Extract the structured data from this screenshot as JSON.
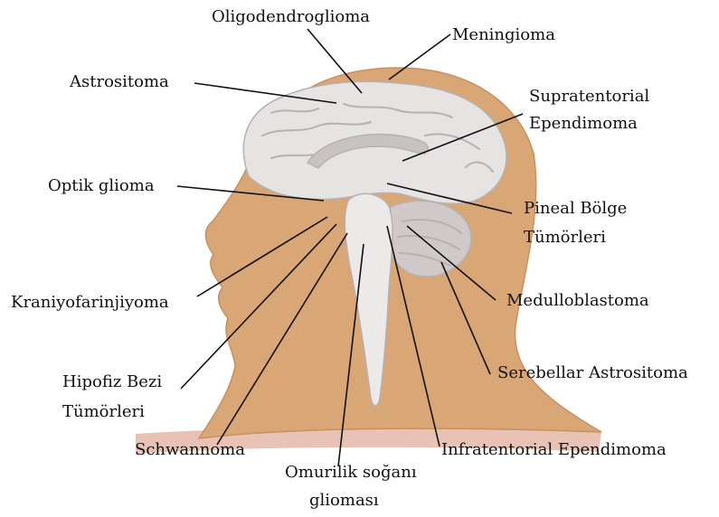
{
  "colors": {
    "background": "#ffffff",
    "head": "#d9a676",
    "head_outline": "#c98f5f",
    "brain": "#e6e3e3",
    "brain_fold": "#b7b1b1",
    "cerebellum": "#cfc9c9",
    "neck_band": "#e8c2b4",
    "text": "#111111"
  },
  "labels": {
    "oligodendroglioma": "Oligodendroglioma",
    "meningioma": "Meningioma",
    "astrositoma": "Astrositoma",
    "supratentorial_line1": "Supratentorial",
    "supratentorial_line2": "Ependimoma",
    "optik_glioma": "Optik glioma",
    "pineal_line1": "Pineal Bölge",
    "pineal_line2": "Tümörleri",
    "kraniyofarinjiyoma": "Kraniyofarinjiyoma",
    "medulloblastoma": "Medulloblastoma",
    "hipofiz_line1": "Hipofiz Bezi",
    "hipofiz_line2": "Tümörleri",
    "serebellar_astrositoma": "Serebellar Astrositoma",
    "schwannoma": "Schwannoma",
    "infratentorial_ependimoma": "Infratentorial Ependimoma",
    "omurilik_line1": "Omurilik soğanı",
    "omurilik_line2": "glioması"
  }
}
